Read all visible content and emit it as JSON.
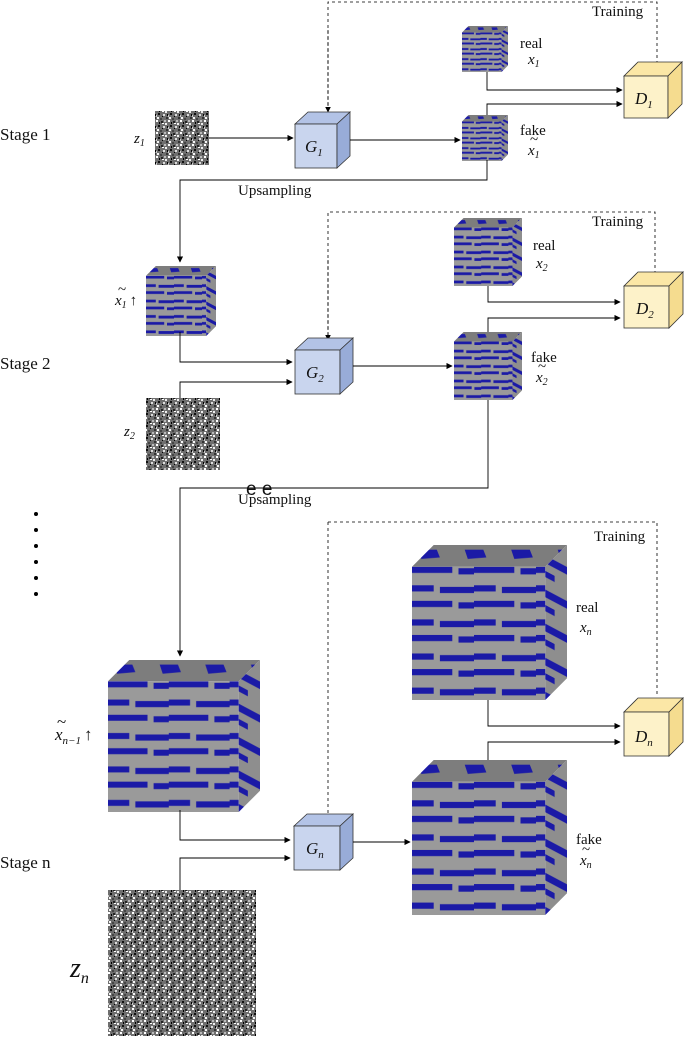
{
  "labels": {
    "training": "Training",
    "upsampling": "Upsampling",
    "stray_glyph": "e e",
    "real": "real",
    "fake": "fake",
    "stage1": "Stage 1",
    "stage2": "Stage 2",
    "stagen": "Stage n"
  },
  "math": {
    "z": "z",
    "x": "x",
    "G": "G",
    "D": "D",
    "sub1": "1",
    "sub2": "2",
    "subn": "n",
    "subn1": "n−1",
    "tilde": "~",
    "uparrow": "↑"
  },
  "colors": {
    "generator_front": "#c9d5ee",
    "generator_side": "#98acd8",
    "discriminator_front": "#fdf2c9",
    "discriminator_side": "#f5dc8f",
    "texture_blue": "#1b1aa6",
    "texture_grey": "#9a9a9a",
    "line": "#000000"
  },
  "icons": [
    "noise-icon",
    "microstructure-cube-icon",
    "generator-box-icon",
    "discriminator-box-icon",
    "arrow-icon"
  ]
}
